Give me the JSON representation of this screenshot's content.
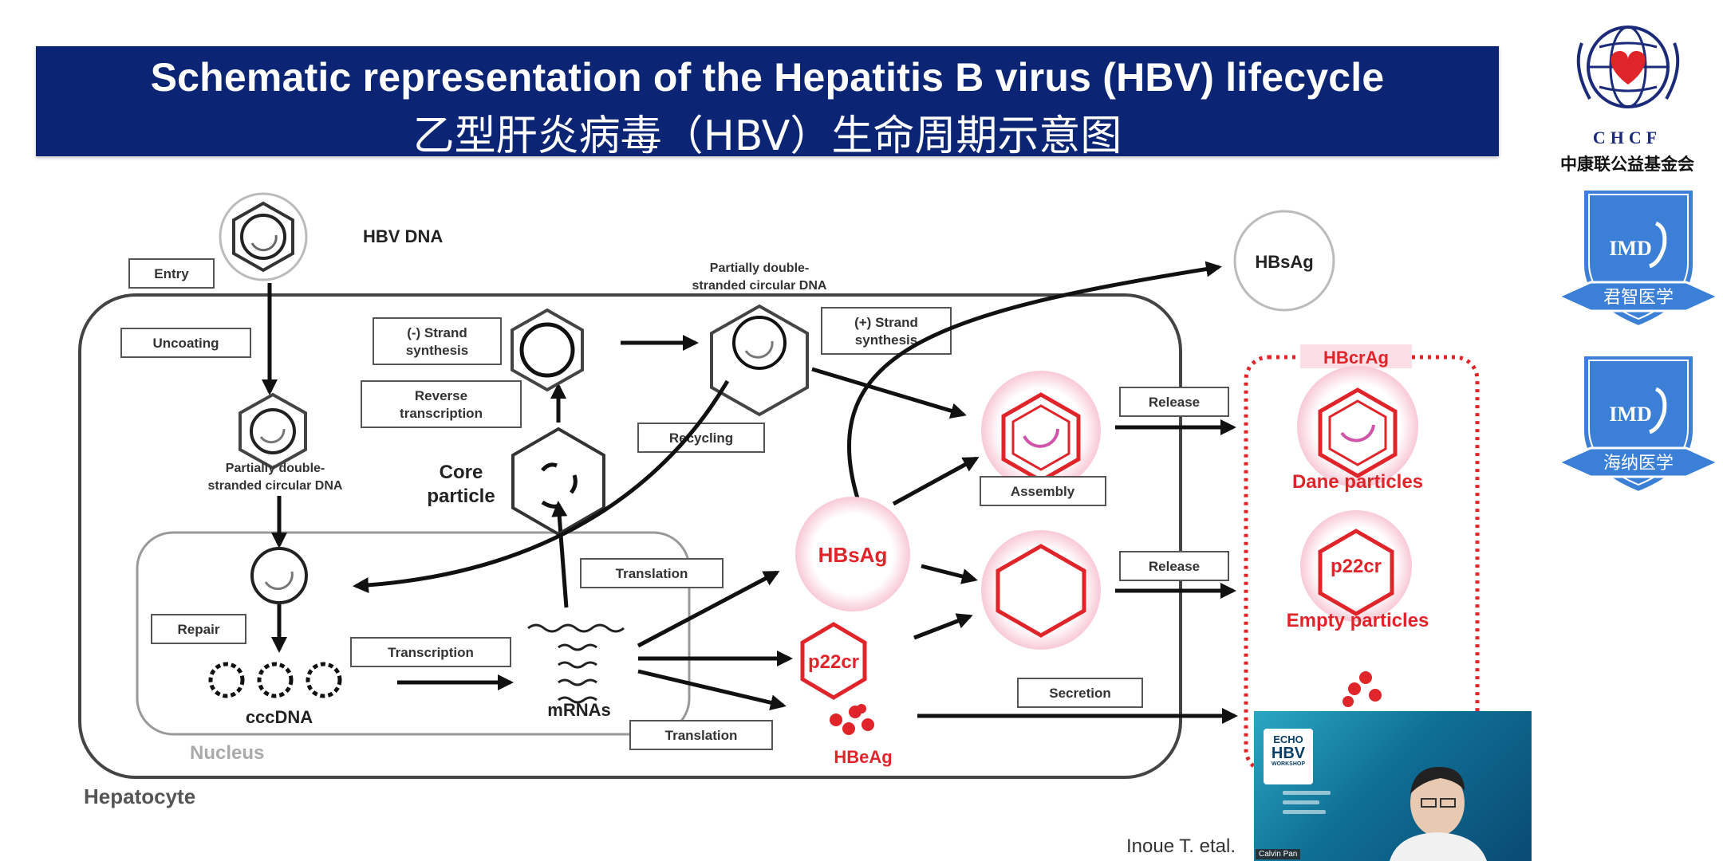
{
  "title": {
    "english": "Schematic representation of the Hepatitis B virus (HBV) lifecycle",
    "chinese": "乙型肝炎病毒（HBV）生命周期示意图"
  },
  "diagram": {
    "hbv_dna": "HBV DNA",
    "entry": "Entry",
    "uncoating": "Uncoating",
    "partially_ds_left": [
      "Partially double-",
      "stranded circular DNA"
    ],
    "partially_ds_top": [
      "Partially double-",
      "stranded circular DNA"
    ],
    "minus_strand": [
      "(-) Strand",
      "synthesis"
    ],
    "plus_strand": [
      "(+) Strand",
      "synthesis"
    ],
    "reverse_transcription": [
      "Reverse",
      "transcription"
    ],
    "core_particle": [
      "Core",
      "particle"
    ],
    "recycling": "Recycling",
    "translation_top": "Translation",
    "translation_bottom": "Translation",
    "repair": "Repair",
    "transcription": "Transcription",
    "cccdna": "cccDNA",
    "mrnas": "mRNAs",
    "nucleus": "Nucleus",
    "hepatocyte": "Hepatocyte",
    "hbsag_inner": "HBsAg",
    "hbsag_outer": "HBsAg",
    "p22cr_inner": "p22cr",
    "p22cr_outer": "p22cr",
    "hbeag": "HBeAg",
    "assembly": "Assembly",
    "release_top": "Release",
    "release_bottom": "Release",
    "secretion": "Secretion",
    "hbcrag": "HBcrAg",
    "dane_particles": "Dane particles",
    "empty_particles": "Empty particles"
  },
  "citation": "Inoue T. etal.",
  "sidebar": {
    "chcf": "CHCF",
    "chcf_chinese": "中康联公益基金会",
    "imd_1": "IMD",
    "imd_1_banner": "君智医学",
    "imd_2": "IMD",
    "imd_2_banner": "海纳医学"
  },
  "video": {
    "name": "Calvin Pan",
    "logo_top": "ECHO",
    "logo_mid": "HBV",
    "logo_bottom": "WORKSHOP"
  },
  "colors": {
    "title_bar": "#0b2574",
    "red": "#e0252a",
    "imd_blue": "#3b7fd6",
    "chcf_blue": "#1b2b7a"
  }
}
